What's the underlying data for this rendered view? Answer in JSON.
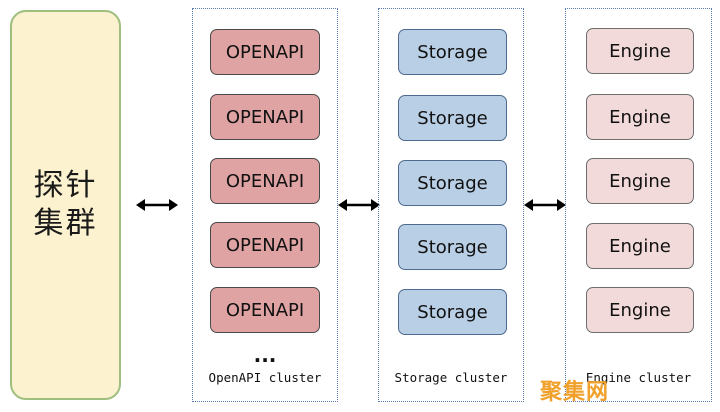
{
  "probe": {
    "line1": "探针",
    "line2": "集群"
  },
  "clusters": {
    "openapi": {
      "label": "OpenAPI cluster",
      "nodes": [
        "OPENAPI",
        "OPENAPI",
        "OPENAPI",
        "OPENAPI",
        "OPENAPI"
      ],
      "ellipsis": "..."
    },
    "storage": {
      "label": "Storage cluster",
      "nodes": [
        "Storage",
        "Storage",
        "Storage",
        "Storage",
        "Storage"
      ]
    },
    "engine": {
      "label": "Engine cluster",
      "nodes": [
        "Engine",
        "Engine",
        "Engine",
        "Engine",
        "Engine"
      ]
    }
  },
  "arrows": [
    "bidirectional",
    "bidirectional",
    "bidirectional"
  ],
  "watermark": "聚集网",
  "colors": {
    "probe_fill": "#fdf2cf",
    "probe_border": "#9fbf7e",
    "openapi_fill": "#e0a3a3",
    "storage_fill": "#b9cfe6",
    "engine_fill": "#f2dada",
    "cluster_border": "#5b7bb5",
    "watermark": "#f0a12c"
  }
}
